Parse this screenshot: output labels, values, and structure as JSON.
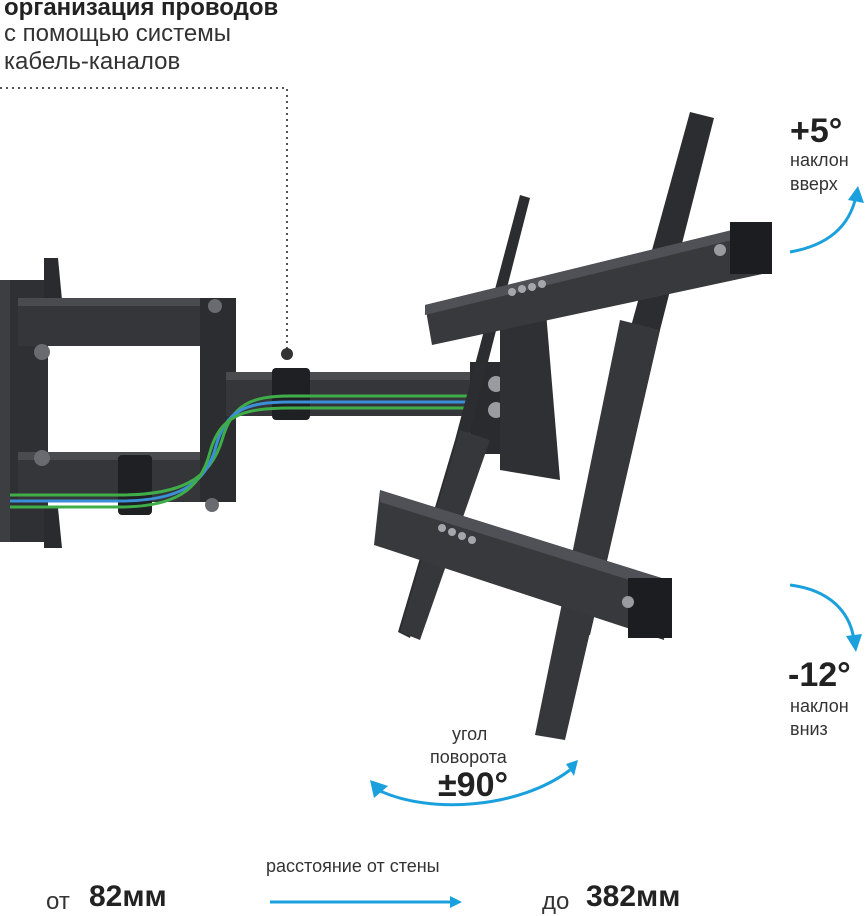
{
  "callout": {
    "line1": "организация проводов",
    "line2": "с помощью системы",
    "line3": "кабель-каналов"
  },
  "tilt_up": {
    "value": "+5°",
    "line1": "наклон",
    "line2": "вверх"
  },
  "tilt_down": {
    "value": "-12°",
    "line1": "наклон",
    "line2": "вниз"
  },
  "swivel": {
    "line1": "угол",
    "line2": "поворота",
    "value": "±90°"
  },
  "distance": {
    "label": "расстояние от стены",
    "from_prefix": "от",
    "from_value": "82мм",
    "to_prefix": "до",
    "to_value": "382мм"
  },
  "colors": {
    "accent": "#1aa0dc",
    "metal": "#2f3033",
    "metal_light": "#4a4b4f",
    "cable_green": "#3fae49",
    "cable_blue": "#3b8fd6"
  }
}
